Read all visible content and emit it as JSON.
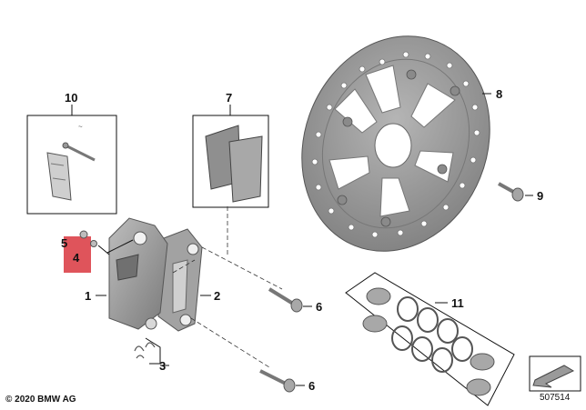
{
  "copyright": "© 2020 BMW AG",
  "diagram_id": "507514",
  "callouts": [
    {
      "number": "1",
      "part": "caliper"
    },
    {
      "number": "2",
      "part": "caliper-carrier"
    },
    {
      "number": "3",
      "part": "clip-set"
    },
    {
      "number": "4",
      "part": "bleeder-valve"
    },
    {
      "number": "5",
      "part": "bleeder-cap"
    },
    {
      "number": "6",
      "part": "mounting-bolt"
    },
    {
      "number": "7",
      "part": "brake-pad-set"
    },
    {
      "number": "8",
      "part": "brake-disc"
    },
    {
      "number": "9",
      "part": "disc-bolt"
    },
    {
      "number": "10",
      "part": "pad-retaining-kit"
    },
    {
      "number": "11",
      "part": "piston-seal-kit"
    }
  ],
  "colors": {
    "highlight": "#d9363e",
    "part_gray": "#9a9a9a",
    "dark_gray": "#666666"
  }
}
